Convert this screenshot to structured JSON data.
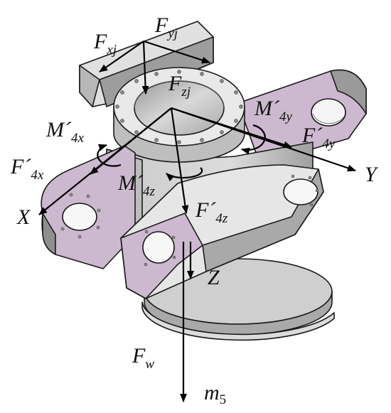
{
  "colors": {
    "gray_light": "#e4e4e4",
    "gray_mid": "#b9b9b9",
    "gray_dark": "#8c8c8c",
    "pink_face": "#cdb9cf",
    "pink_dark": "#b39cb6",
    "line": "#000000"
  },
  "labels": {
    "fxj": {
      "main": "F",
      "sub": "xj"
    },
    "fyj": {
      "main": "F",
      "sub": "yj"
    },
    "fzj": {
      "main": "F",
      "sub": "zj"
    },
    "m4y": {
      "main": "M´",
      "sub": "4y"
    },
    "f4y": {
      "main": "F´",
      "sub": "4y"
    },
    "m4x": {
      "main": "M´",
      "sub": "4x"
    },
    "f4x": {
      "main": "F´",
      "sub": "4x"
    },
    "m4z": {
      "main": "M´",
      "sub": "4z"
    },
    "f4z": {
      "main": "F´",
      "sub": "4z"
    },
    "axis_x": {
      "main": "X",
      "sub": ""
    },
    "axis_y": {
      "main": "Y",
      "sub": ""
    },
    "axis_z": {
      "main": "Z",
      "sub": ""
    },
    "fw": {
      "main": "F",
      "sub": "w"
    },
    "m5": {
      "main": "m",
      "sub": "5"
    }
  }
}
